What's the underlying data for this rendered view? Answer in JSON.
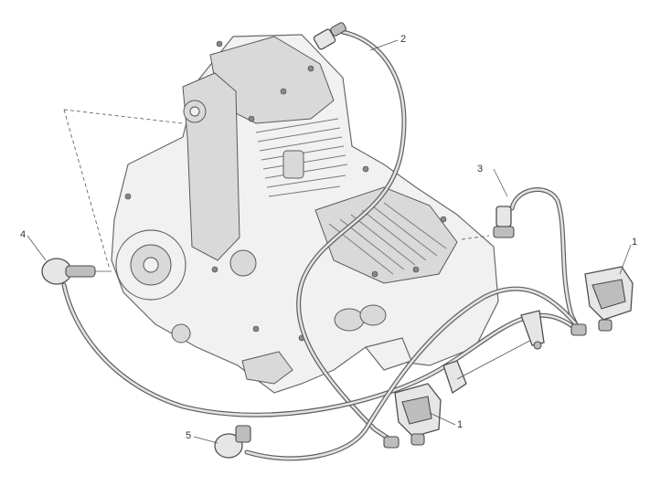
{
  "callouts": {
    "coil_top_right": "1",
    "coil_bottom": "1",
    "cable_top": "2",
    "cable_right": "3",
    "spark_plug_cap_left": "4",
    "spark_plug_cap_bottom": "5"
  },
  "colors": {
    "line": "#5f5f5f",
    "background": "#ffffff"
  }
}
